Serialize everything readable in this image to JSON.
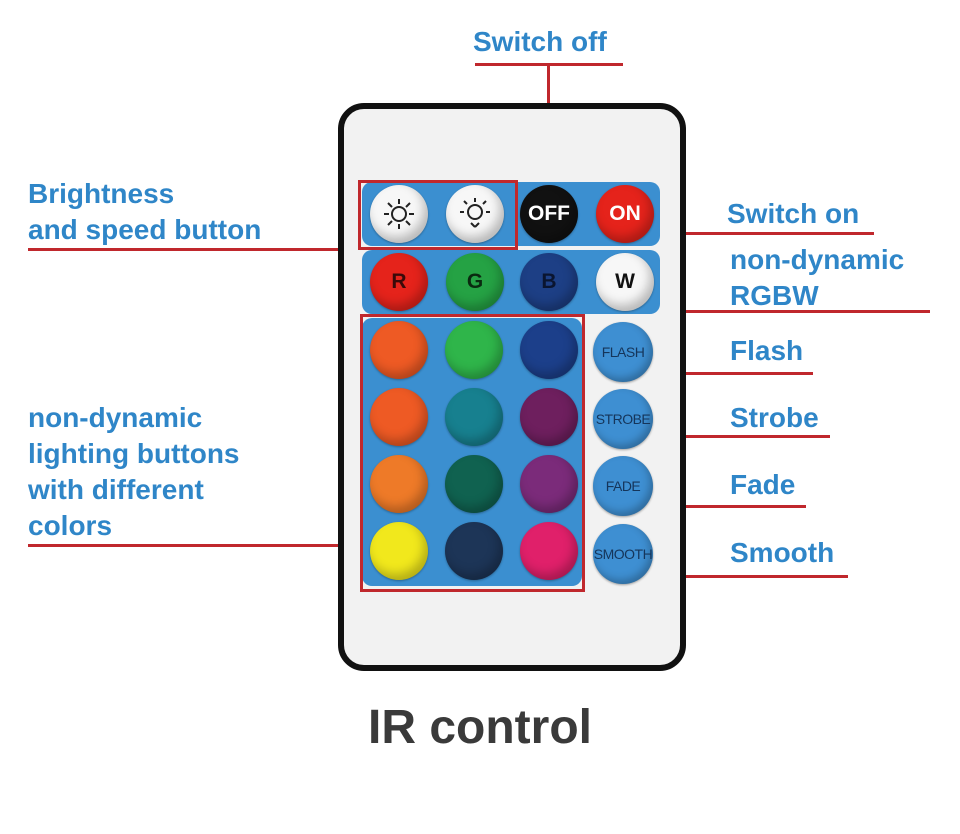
{
  "title": "IR control",
  "labels": {
    "switch_off": "Switch off",
    "switch_on": "Switch on",
    "brightness_line1": "Brightness",
    "brightness_line2": "and speed button",
    "rgbw_line1": "non-dynamic",
    "rgbw_line2": "RGBW",
    "flash": "Flash",
    "strobe": "Strobe",
    "fade": "Fade",
    "smooth": "Smooth",
    "lighting_line1": "non-dynamic",
    "lighting_line2": "lighting buttons",
    "lighting_line3": "with different",
    "lighting_line4": "colors"
  },
  "buttons": {
    "off": "OFF",
    "on": "ON",
    "r": "R",
    "g": "G",
    "b": "B",
    "w": "W",
    "flash": "FLASH",
    "strobe": "STROBE",
    "fade": "FADE",
    "smooth": "SMOOTH"
  },
  "colors": {
    "label_text": "#2f86c8",
    "callout_line": "#c0282d",
    "panel": "#3b8fd0",
    "color_grid": [
      "#ee5a24",
      "#2fb54a",
      "#1c3f8a",
      "#ee5a24",
      "#17808f",
      "#6e1f5e",
      "#ee7a28",
      "#106250",
      "#7b2b7a",
      "#f1e81c",
      "#1d3557",
      "#e0206a"
    ]
  }
}
